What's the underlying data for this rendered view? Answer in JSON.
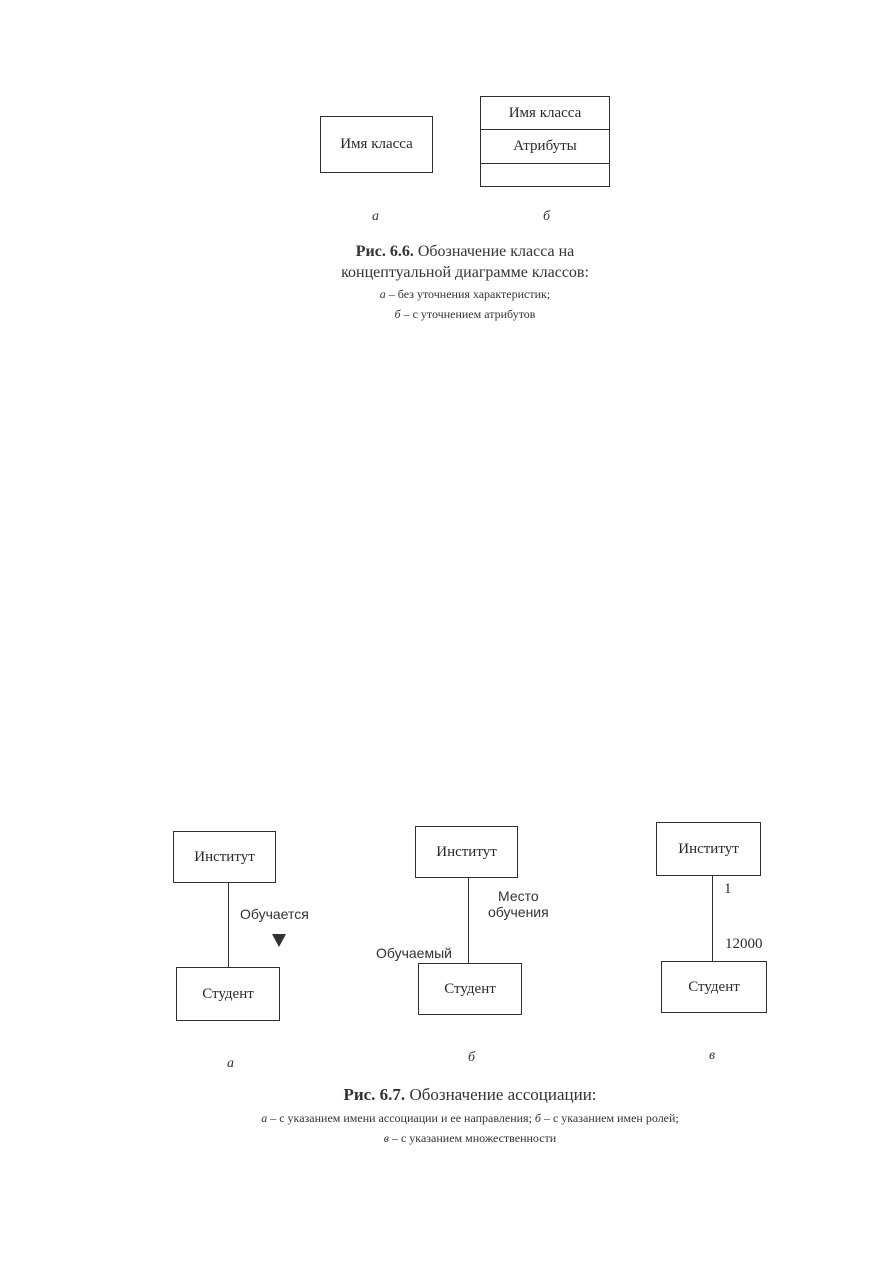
{
  "fig66": {
    "box_a": {
      "name": "Имя класса"
    },
    "box_b": {
      "name": "Имя класса",
      "attributes": "Атрибуты"
    },
    "label_a": "а",
    "label_b": "б",
    "caption": {
      "number": "Рис. 6.6.",
      "title_line1": "Обозначение класса на",
      "title_line2": "концептуальной диаграмме классов:",
      "item_a_letter": "а",
      "item_a_text": " – без уточнения характеристик;",
      "item_b_letter": "б",
      "item_b_text": " – с уточнением атрибутов"
    }
  },
  "fig67": {
    "a": {
      "top": "Институт",
      "bottom": "Студент",
      "association": "Обучается",
      "label": "а"
    },
    "b": {
      "top": "Институт",
      "bottom": "Студент",
      "role_top_line1": "Место",
      "role_top_line2": "обучения",
      "role_bottom": "Обучаемый",
      "label": "б"
    },
    "c": {
      "top": "Институт",
      "bottom": "Студент",
      "mult_top": "1",
      "mult_bottom": "12000",
      "label": "в"
    },
    "caption": {
      "number": "Рис. 6.7.",
      "title": " Обозначение ассоциации:",
      "item_a_letter": "а",
      "item_a_text": " – с указанием имени ассоциации и ее направления; ",
      "item_b_letter": "б",
      "item_b_text": " – с указанием имен ролей;",
      "item_c_letter": "в",
      "item_c_text": " – с указанием множественности"
    }
  }
}
